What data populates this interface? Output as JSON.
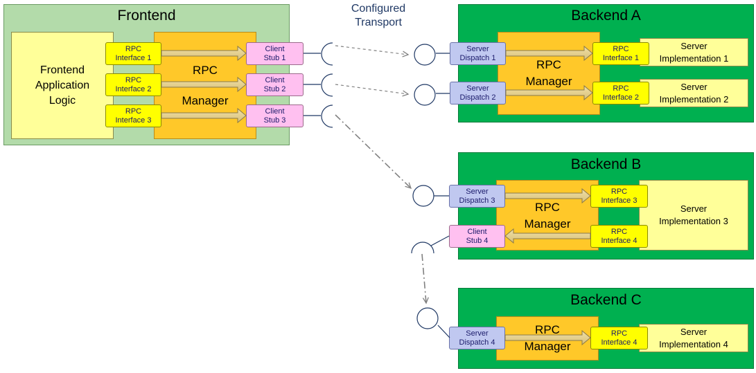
{
  "transport": {
    "label": "Configured\nTransport"
  },
  "frontend": {
    "title": "Frontend",
    "logic": "Frontend\nApplication\nLogic",
    "manager_line1": "RPC",
    "manager_line2": "Manager",
    "interfaces": [
      "RPC\nInterface 1",
      "RPC\nInterface 2",
      "RPC\nInterface 3"
    ],
    "stubs": [
      "Client\nStub 1",
      "Client\nStub 2",
      "Client\nStub 3"
    ]
  },
  "backend_a": {
    "title": "Backend A",
    "manager": "RPC\nManager",
    "dispatch": [
      "Server\nDispatch 1",
      "Server\nDispatch 2"
    ],
    "interfaces": [
      "RPC\nInterface 1",
      "RPC\nInterface 2"
    ],
    "implementations": [
      "Server\nImplementation  1",
      "Server\nImplementation  2"
    ]
  },
  "backend_b": {
    "title": "Backend B",
    "manager": "RPC\nManager",
    "dispatch": "Server\nDispatch 3",
    "stub": "Client\nStub 4",
    "interfaces": [
      "RPC\nInterface 3",
      "RPC\nInterface 4"
    ],
    "implementation": "Server\nImplementation  3"
  },
  "backend_c": {
    "title": "Backend C",
    "manager": "RPC\nManager",
    "dispatch": "Server\nDispatch 4",
    "interface": "RPC\nInterface 4",
    "implementation": "Server\nImplementation  4"
  },
  "colors": {
    "frontend_bg": "#b3dbaa",
    "backend_bg": "#00b050",
    "manager_bg": "#ffc829",
    "rpc_interface_bg": "#ffff00",
    "client_stub_bg": "#ffc0f0",
    "server_dispatch_bg": "#c0c8f0",
    "logic_bg": "#ffff99"
  }
}
